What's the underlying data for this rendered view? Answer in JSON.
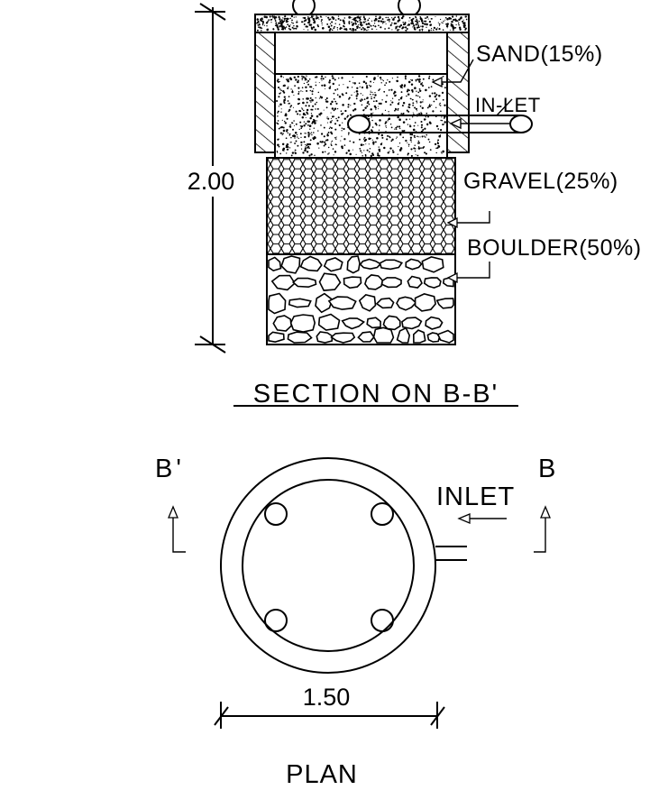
{
  "section": {
    "title": "SECTION ON B-B'",
    "height_dimension": "2.00",
    "labels": {
      "sand": "SAND(15%)",
      "inlet": "IN-LET",
      "gravel": "GRAVEL(25%)",
      "boulder": "BOULDER(50%)"
    }
  },
  "plan": {
    "title": "PLAN",
    "diameter_dimension": "1.50",
    "inlet_label": "INLET",
    "section_mark_left": "B'",
    "section_mark_right": "B"
  }
}
